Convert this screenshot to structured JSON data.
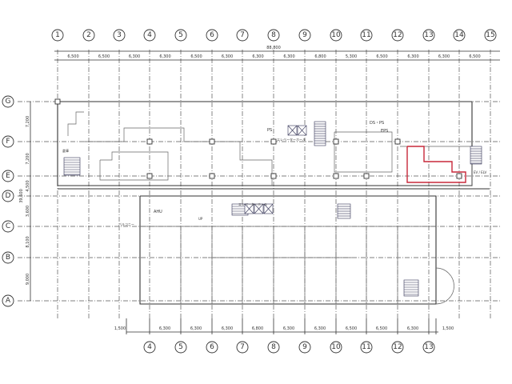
{
  "plan": {
    "column_labels": [
      "1",
      "2",
      "3",
      "4",
      "5",
      "6",
      "7",
      "8",
      "9",
      "10",
      "11",
      "12",
      "13",
      "14",
      "15"
    ],
    "row_labels": [
      "G",
      "F",
      "E",
      "D",
      "C",
      "B",
      "A"
    ],
    "top_dimensions": [
      "6,500",
      "6,500",
      "6,300",
      "6,300",
      "6,500",
      "6,300",
      "6,300",
      "6,300",
      "6,800",
      "5,300",
      "6,500",
      "6,300",
      "6,300",
      "6,500"
    ],
    "top_total": "88,800",
    "left_dimensions": [
      "7,200",
      "7,200",
      "4,500",
      "3,600",
      "8,100",
      "9,000"
    ],
    "left_total": "39,600",
    "bottom_column_labels": [
      "4",
      "5",
      "6",
      "7",
      "8",
      "9",
      "10",
      "11",
      "12",
      "13"
    ],
    "bottom_dimensions": [
      "1,500",
      "6,300",
      "6,300",
      "6,300",
      "6,800",
      "6,300",
      "6,300",
      "6,500",
      "6,500",
      "6,300",
      "1,500"
    ],
    "room_labels": {
      "ps": "PS",
      "ds_ps": "DS・PS",
      "eps": "EPS",
      "elevator_hall": "エレベーターホール",
      "elevator_hall_lower": "エレベーターホール",
      "ahu": "AHU",
      "balcony": "バルコニー",
      "storage": "倉庫",
      "ev": "EV / ELV",
      "up": "UP"
    },
    "highlight_color": "#c8283a"
  }
}
